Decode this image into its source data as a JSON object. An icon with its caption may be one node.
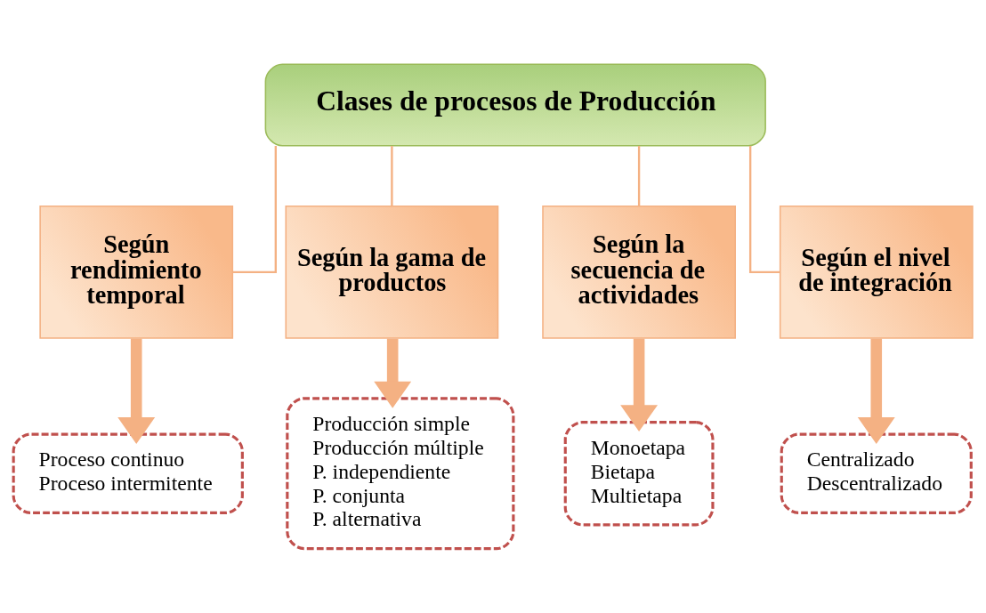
{
  "diagram": {
    "nodes": [
      {
        "text": [
          "Clases de procesos de Producción"
        ]
      },
      {
        "text": [
          "Según rendimiento temporal"
        ]
      },
      {
        "text": [
          "Según la gama de productos"
        ]
      },
      {
        "text": [
          "Según la secuencia de actividades"
        ]
      },
      {
        "text": [
          "Según el nivel de integración"
        ]
      },
      {
        "text": [
          "Proceso continuo",
          "Proceso intermitente"
        ]
      },
      {
        "text": [
          "Producción simple",
          "Producción múltiple",
          "P. independiente",
          "P. conjunta",
          "P. alternativa"
        ]
      },
      {
        "text": [
          "Monoetapa",
          "Bietapa",
          "Multietapa"
        ]
      },
      {
        "text": [
          "Centralizado",
          "Descentralizado"
        ]
      }
    ],
    "edges": [
      {
        "from": 0,
        "to": 1,
        "arrow": "none"
      },
      {
        "from": 0,
        "to": 2,
        "arrow": "none"
      },
      {
        "from": 0,
        "to": 3,
        "arrow": "none"
      },
      {
        "from": 0,
        "to": 4,
        "arrow": "none"
      },
      {
        "from": 1,
        "to": 5,
        "arrow": "to",
        "style": "thick"
      },
      {
        "from": 2,
        "to": 6,
        "arrow": "to",
        "style": "thick"
      },
      {
        "from": 3,
        "to": 7,
        "arrow": "to",
        "style": "thick"
      },
      {
        "from": 4,
        "to": 8,
        "arrow": "to",
        "style": "thick"
      }
    ]
  }
}
